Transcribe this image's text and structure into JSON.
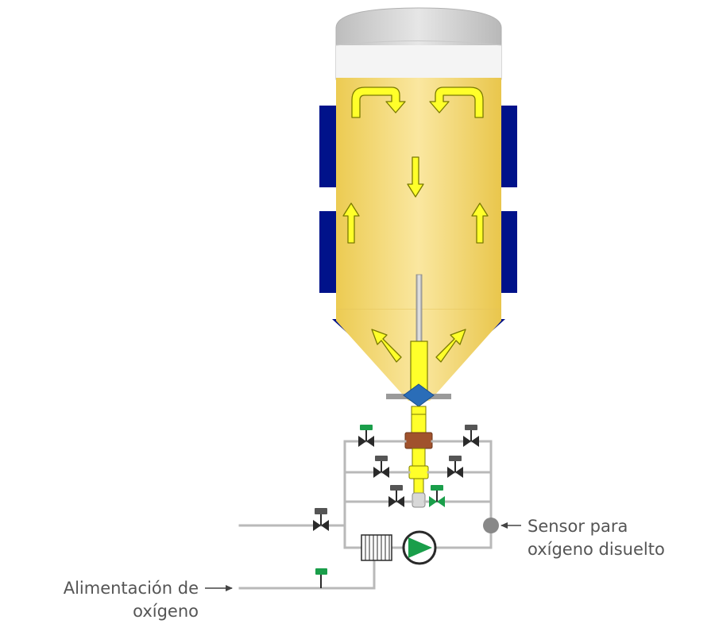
{
  "labels": {
    "sensor": {
      "line1": "Sensor para",
      "line2": "oxígeno disuelto"
    },
    "oxygen_feed": {
      "line1": "Alimentación de",
      "line2": "oxígeno"
    }
  },
  "colors": {
    "tank_liquid": "#f7dd78",
    "tank_liquid_dark": "#ecc94a",
    "tank_head": "#d2d2d2",
    "cooling_jacket": "#00128a",
    "flow_arrow": "#ffff2a",
    "pipe": "#b9b9b9",
    "valve": "#2a2a2a",
    "actuator_green": "#1a9e4a",
    "actuator_grey": "#555555",
    "pump_green": "#1a9e4a",
    "sensor": "#888888",
    "valve_body_blue": "#2a6db8",
    "coupling_brown": "#a0522d",
    "label_text": "#555555"
  }
}
